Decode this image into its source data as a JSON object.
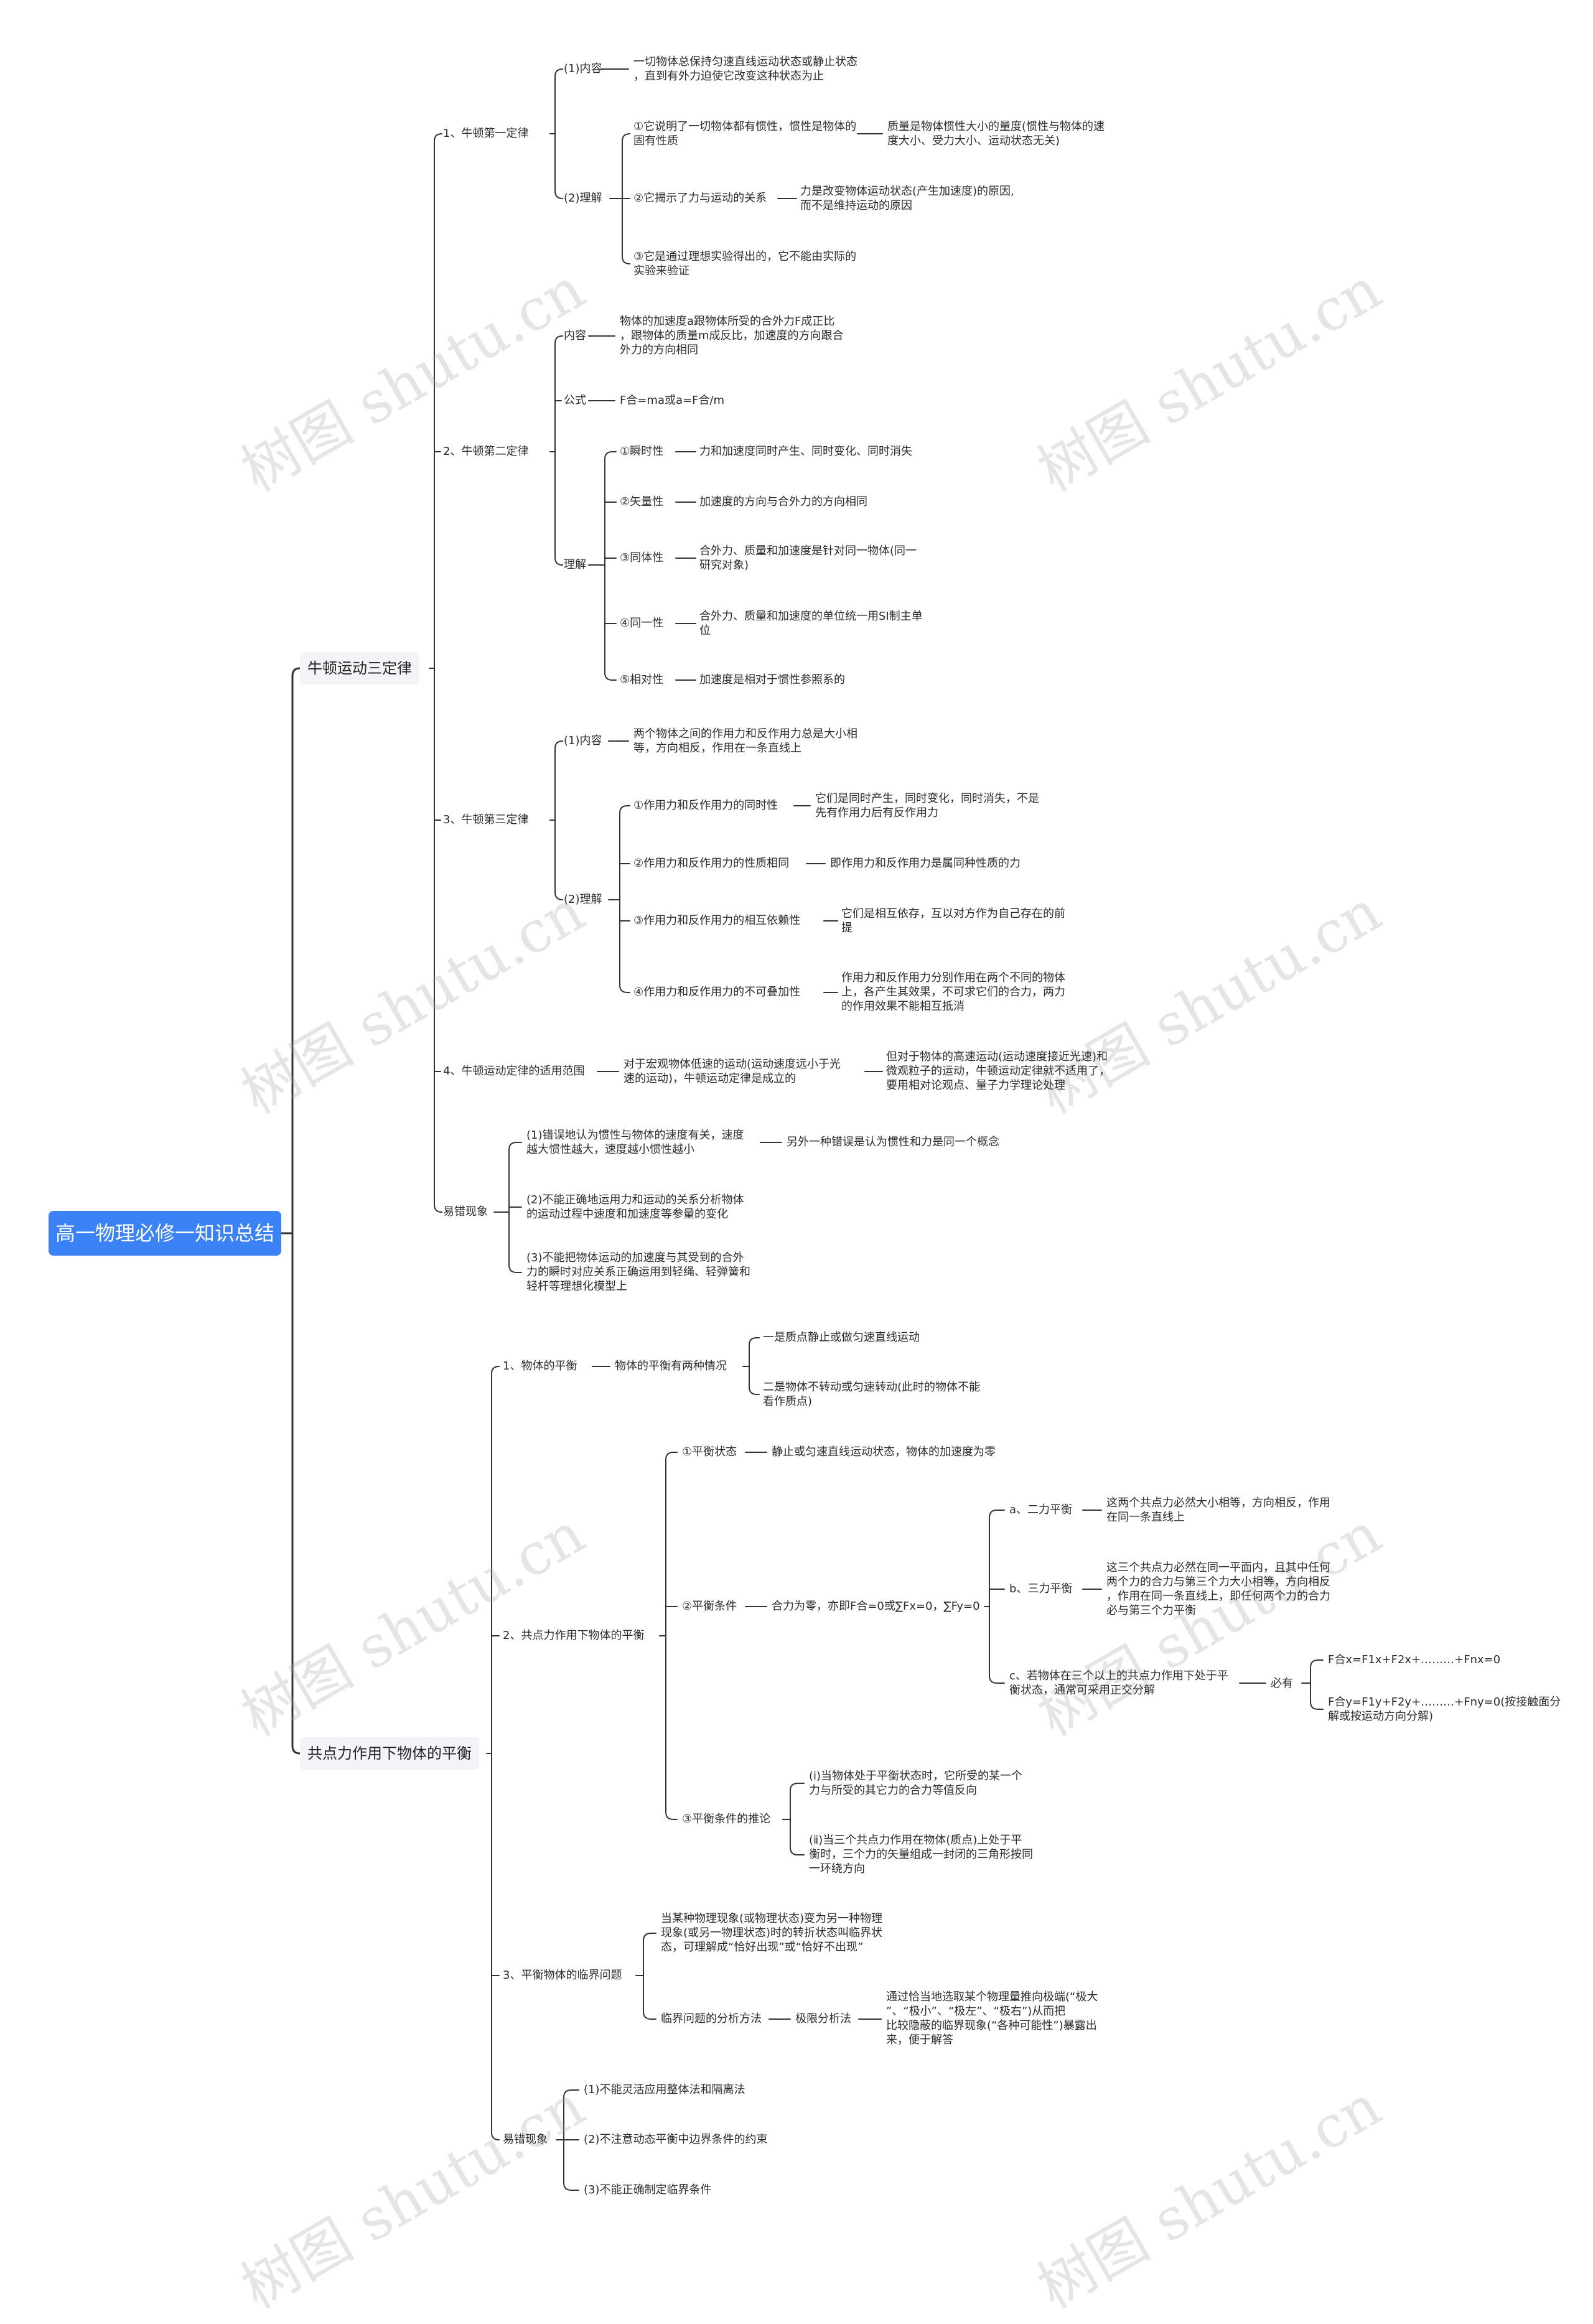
{
  "title": "高一物理必修一知识总结",
  "watermark": "树图 shutu.cn",
  "colors": {
    "root": "#3b82f6",
    "line": "#333333",
    "main_bg": "#f2f4f7"
  },
  "main": {
    "newton": "牛顿运动三定律",
    "equilibrium": "共点力作用下物体的平衡"
  },
  "newton": {
    "law1": {
      "label": "1、牛顿第一定律",
      "content_label": "(1)内容",
      "content": "一切物体总保持匀速直线运动状态或静止状态\n，直到有外力迫使它改变这种状态为止",
      "understand_label": "(2)理解",
      "u1": "①它说明了一切物体都有惯性，惯性是物体的\n固有性质",
      "u1_detail": "质量是物体惯性大小的量度(惯性与物体的速\n度大小、受力大小、运动状态无关)",
      "u2": "②它揭示了力与运动的关系",
      "u2_detail": "力是改变物体运动状态(产生加速度)的原因,\n而不是维持运动的原因",
      "u3": "③它是通过理想实验得出的，它不能由实际的\n实验来验证"
    },
    "law2": {
      "label": "2、牛顿第二定律",
      "content_label": "内容",
      "content": "物体的加速度a跟物体所受的合外力F成正比\n，跟物体的质量m成反比，加速度的方向跟合\n外力的方向相同",
      "formula_label": "公式",
      "formula": "F合=ma或a=F合/m",
      "understand_label": "理解",
      "items": [
        {
          "label": "①瞬时性",
          "detail": "力和加速度同时产生、同时变化、同时消失"
        },
        {
          "label": "②矢量性",
          "detail": "加速度的方向与合外力的方向相同"
        },
        {
          "label": "③同体性",
          "detail": "合外力、质量和加速度是针对同一物体(同一\n研究对象)"
        },
        {
          "label": "④同一性",
          "detail": "合外力、质量和加速度的单位统一用SI制主单\n位"
        },
        {
          "label": "⑤相对性",
          "detail": "加速度是相对于惯性参照系的"
        }
      ]
    },
    "law3": {
      "label": "3、牛顿第三定律",
      "content_label": "(1)内容",
      "content": "两个物体之间的作用力和反作用力总是大小相\n等，方向相反，作用在一条直线上",
      "understand_label": "(2)理解",
      "items": [
        {
          "label": "①作用力和反作用力的同时性",
          "detail": "它们是同时产生，同时变化，同时消失，不是\n先有作用力后有反作用力"
        },
        {
          "label": "②作用力和反作用力的性质相同",
          "detail": "即作用力和反作用力是属同种性质的力"
        },
        {
          "label": "③作用力和反作用力的相互依赖性",
          "detail": "它们是相互依存，互以对方作为自己存在的前\n提"
        },
        {
          "label": "④作用力和反作用力的不可叠加性",
          "detail": "作用力和反作用力分别作用在两个不同的物体\n上，各产生其效果，不可求它们的合力，两力\n的作用效果不能相互抵消"
        }
      ]
    },
    "law4": {
      "label": "4、牛顿运动定律的适用范围",
      "a": "对于宏观物体低速的运动(运动速度远小于光\n速的运动)，牛顿运动定律是成立的",
      "b": "但对于物体的高速运动(运动速度接近光速)和\n微观粒子的运动，牛顿运动定律就不适用了，\n要用相对论观点、量子力学理论处理"
    },
    "errors": {
      "label": "易错现象",
      "e1": "(1)错误地认为惯性与物体的速度有关，速度\n越大惯性越大，速度越小惯性越小",
      "e1_detail": "另外一种错误是认为惯性和力是同一个概念",
      "e2": "(2)不能正确地运用力和运动的关系分析物体\n的运动过程中速度和加速度等参量的变化",
      "e3": "(3)不能把物体运动的加速度与其受到的合外\n力的瞬时对应关系正确运用到轻绳、轻弹簧和\n轻杆等理想化模型上"
    }
  },
  "equilibrium": {
    "balance": {
      "label": "1、物体的平衡",
      "mid": "物体的平衡有两种情况",
      "a": "一是质点静止或做匀速直线运动",
      "b": "二是物体不转动或匀速转动(此时的物体不能\n看作质点)"
    },
    "concurrent": {
      "label": "2、共点力作用下物体的平衡",
      "state_label": "①平衡状态",
      "state": "静止或匀速直线运动状态，物体的加速度为零",
      "cond_label": "②平衡条件",
      "cond": "合力为零，亦即F合=0或∑Fx=0，∑Fy=0",
      "two_label": "a、二力平衡",
      "two": "这两个共点力必然大小相等，方向相反，作用\n在同一条直线上",
      "three_label": "b、三力平衡",
      "three": "这三个共点力必然在同一平面内，且其中任何\n两个力的合力与第三个力大小相等，方向相反\n，作用在同一条直线上，即任何两个力的合力\n必与第三个力平衡",
      "multi_label": "c、若物体在三个以上的共点力作用下处于平\n衡状态，通常可采用正交分解",
      "must": "必有",
      "fx": "F合x=F1x+F2x+………+Fnx=0",
      "fy": "F合y=F1y+F2y+………+Fny=0(按接触面分\n解或按运动方向分解)",
      "infer_label": "③平衡条件的推论",
      "i1": "(ⅰ)当物体处于平衡状态时，它所受的某一个\n力与所受的其它力的合力等值反向",
      "i2": "(ⅱ)当三个共点力作用在物体(质点)上处于平\n衡时，三个力的矢量组成一封闭的三角形按同\n一环绕方向"
    },
    "critical": {
      "label": "3、平衡物体的临界问题",
      "def": "当某种物理现象(或物理状态)变为另一种物理\n现象(或另一物理状态)时的转折状态叫临界状\n态，可理解成“恰好出现”或“恰好不出现”",
      "method_label": "临界问题的分析方法",
      "method": "极限分析法",
      "method_detail": "通过恰当地选取某个物理量推向极端(“极大\n”、“极小”、“极左”、“极右”)从而把\n比较隐蔽的临界现象(“各种可能性”)暴露出\n来，便于解答"
    },
    "errors": {
      "label": "易错现象",
      "e1": "(1)不能灵活应用整体法和隔离法",
      "e2": "(2)不注意动态平衡中边界条件的约束",
      "e3": "(3)不能正确制定临界条件"
    }
  }
}
